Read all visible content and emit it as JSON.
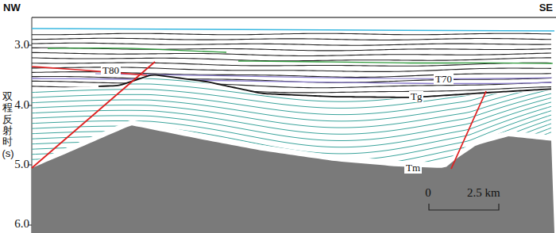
{
  "diagram": {
    "labels": [
      "NW",
      "SE",
      "3.0",
      "4.0",
      "5.0",
      "6.0",
      "双程反射时(s)",
      "T80",
      "T70",
      "Tg",
      "Tm",
      "0",
      "2.5 km"
    ]
  }
}
